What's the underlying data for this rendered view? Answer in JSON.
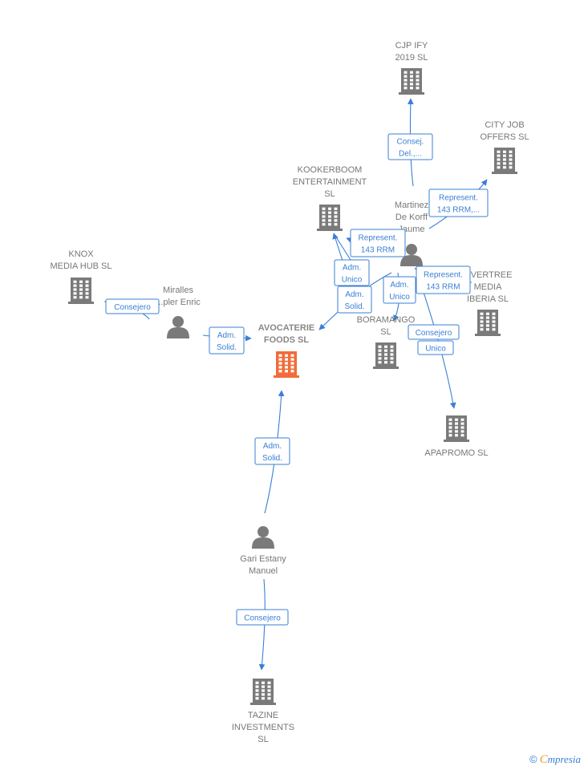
{
  "colors": {
    "node": "#7a7a7a",
    "central": "#f26b3a",
    "edge": "#3a7fd5",
    "label": "#777777"
  },
  "nodes": [
    {
      "id": "avocaterie",
      "type": "company",
      "central": true,
      "lines": [
        "AVOCATERIE",
        "FOODS  SL"
      ]
    },
    {
      "id": "cjp",
      "type": "company",
      "lines": [
        "CJP IFY",
        "2019  SL"
      ]
    },
    {
      "id": "cityjob",
      "type": "company",
      "lines": [
        "CITY JOB",
        "OFFERS  SL"
      ]
    },
    {
      "id": "kookerboom",
      "type": "company",
      "lines": [
        "KOOKERBOOM",
        "ENTERTAINMENT",
        "SL"
      ]
    },
    {
      "id": "knox",
      "type": "company",
      "lines": [
        "KNOX",
        "MEDIA HUB SL"
      ]
    },
    {
      "id": "miralles",
      "type": "person",
      "lines": [
        "Miralles",
        "...pler Enric"
      ]
    },
    {
      "id": "martinez",
      "type": "person",
      "lines": [
        "Martinez",
        "De Korff",
        "Jaume"
      ]
    },
    {
      "id": "vertree",
      "type": "company",
      "lines": [
        "...VERTREE",
        "MEDIA",
        "IBERIA  SL"
      ]
    },
    {
      "id": "boramango",
      "type": "company",
      "lines": [
        "BORAMANGO",
        "SL"
      ]
    },
    {
      "id": "apapromo",
      "type": "company",
      "lines": [
        "APAPROMO  SL"
      ]
    },
    {
      "id": "gari",
      "type": "person",
      "lines": [
        "Gari Estany",
        "Manuel"
      ]
    },
    {
      "id": "tazine",
      "type": "company",
      "lines": [
        "TAZINE",
        "INVESTMENTS",
        "SL"
      ]
    }
  ],
  "edges": [
    {
      "id": "e1",
      "from": "martinez",
      "to": "cjp",
      "lines": [
        "Consej.",
        "Del.,..."
      ]
    },
    {
      "id": "e2",
      "from": "martinez",
      "to": "cityjob",
      "lines": [
        "Represent.",
        "143 RRM,..."
      ]
    },
    {
      "id": "e3",
      "from": "martinez",
      "to": "kookerboom",
      "lines": [
        "Represent.",
        "143 RRM"
      ]
    },
    {
      "id": "e4",
      "from": "martinez",
      "to": "kookerboom",
      "lines": [
        "Adm.",
        "Unico"
      ]
    },
    {
      "id": "e5",
      "from": "martinez",
      "to": "avocaterie",
      "lines": [
        "Adm.",
        "Solid."
      ]
    },
    {
      "id": "e6",
      "from": "martinez",
      "to": "boramango",
      "lines": [
        "Adm.",
        "Unico"
      ]
    },
    {
      "id": "e7",
      "from": "martinez",
      "to": "vertree",
      "lines": [
        "Represent.",
        "143 RRM"
      ]
    },
    {
      "id": "e8",
      "from": "martinez",
      "to": "apapromo",
      "lines": [
        "Consejero"
      ]
    },
    {
      "id": "e9",
      "from": "martinez",
      "to": "apapromo",
      "lines": [
        "Unico"
      ]
    },
    {
      "id": "e10",
      "from": "miralles",
      "to": "knox",
      "lines": [
        "Consejero"
      ]
    },
    {
      "id": "e11",
      "from": "miralles",
      "to": "avocaterie",
      "lines": [
        "Adm.",
        "Solid."
      ]
    },
    {
      "id": "e12",
      "from": "gari",
      "to": "avocaterie",
      "lines": [
        "Adm.",
        "Solid."
      ]
    },
    {
      "id": "e13",
      "from": "gari",
      "to": "tazine",
      "lines": [
        "Consejero"
      ]
    }
  ],
  "footer": {
    "copyright": "©",
    "brand_initial": "C",
    "brand_rest": "mpresia"
  }
}
